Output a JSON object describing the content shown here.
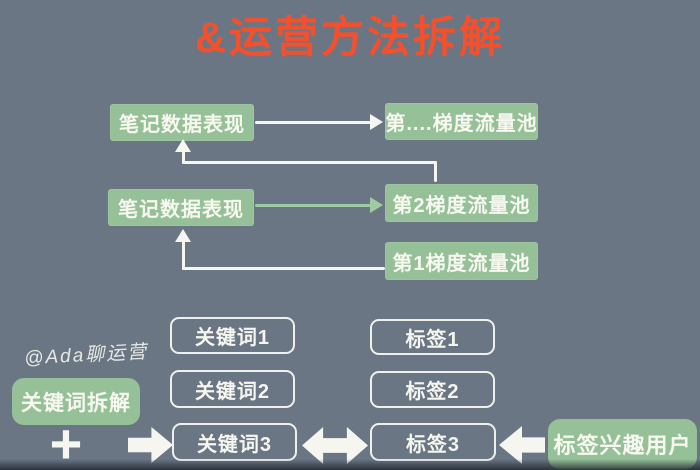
{
  "title": "&运营方法拆解",
  "watermark": "@Ada聊运营",
  "colors": {
    "background": "#6b7684",
    "title_red": "#f3502d",
    "node_green": "#96c198",
    "arrow_green": "#9fcba2",
    "white": "#f5f6f0"
  },
  "flowchart": {
    "note_data_1": "笔记数据表现",
    "note_data_2": "笔记数据表现",
    "pool_n": "第....梯度流量池",
    "pool_2": "第2梯度流量池",
    "pool_1": "第1梯度流量池"
  },
  "bottom": {
    "keywords": [
      "关键词1",
      "关键词2",
      "关键词3"
    ],
    "tags": [
      "标签1",
      "标签2",
      "标签3"
    ],
    "keyword_breakdown": "关键词拆解",
    "tag_interest_user": "标签兴趣用户",
    "plus": "+"
  }
}
